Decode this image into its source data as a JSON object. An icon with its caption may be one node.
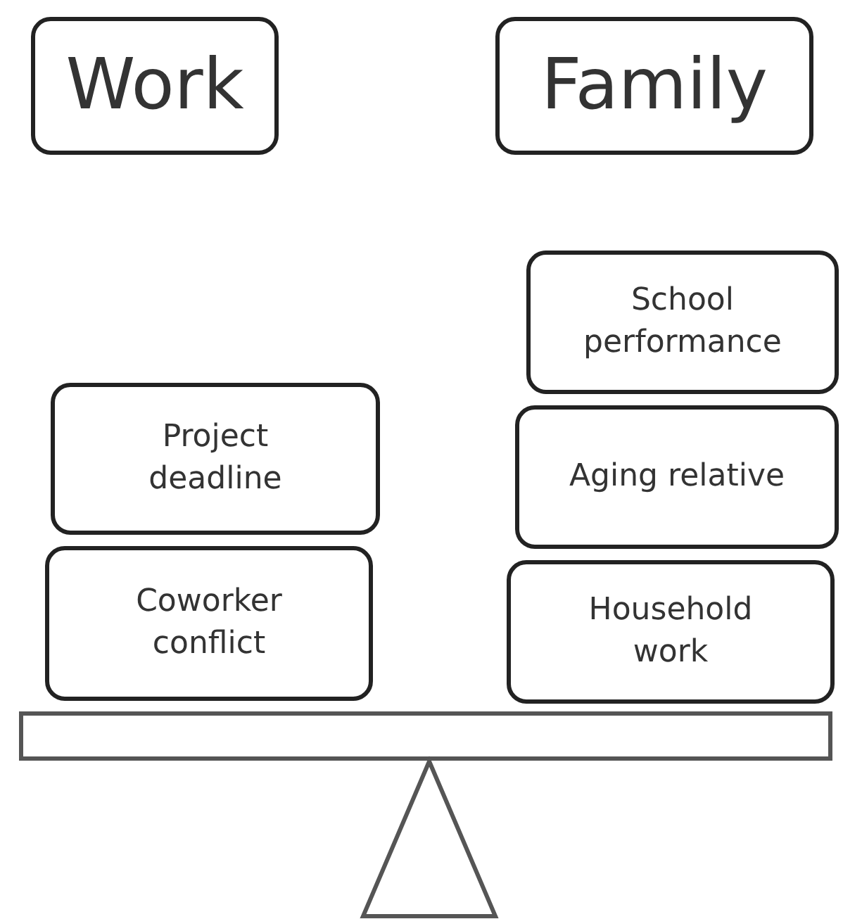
{
  "diagram": {
    "nodes": [
      {
        "text": [
          "Work"
        ]
      },
      {
        "text": [
          "Family"
        ]
      },
      {
        "text": [
          "School performance"
        ]
      },
      {
        "text": [
          "Project deadline"
        ]
      },
      {
        "text": [
          "Aging relative"
        ]
      },
      {
        "text": [
          "Coworker conflict"
        ]
      },
      {
        "text": [
          "Household work"
        ]
      }
    ],
    "edges": []
  }
}
